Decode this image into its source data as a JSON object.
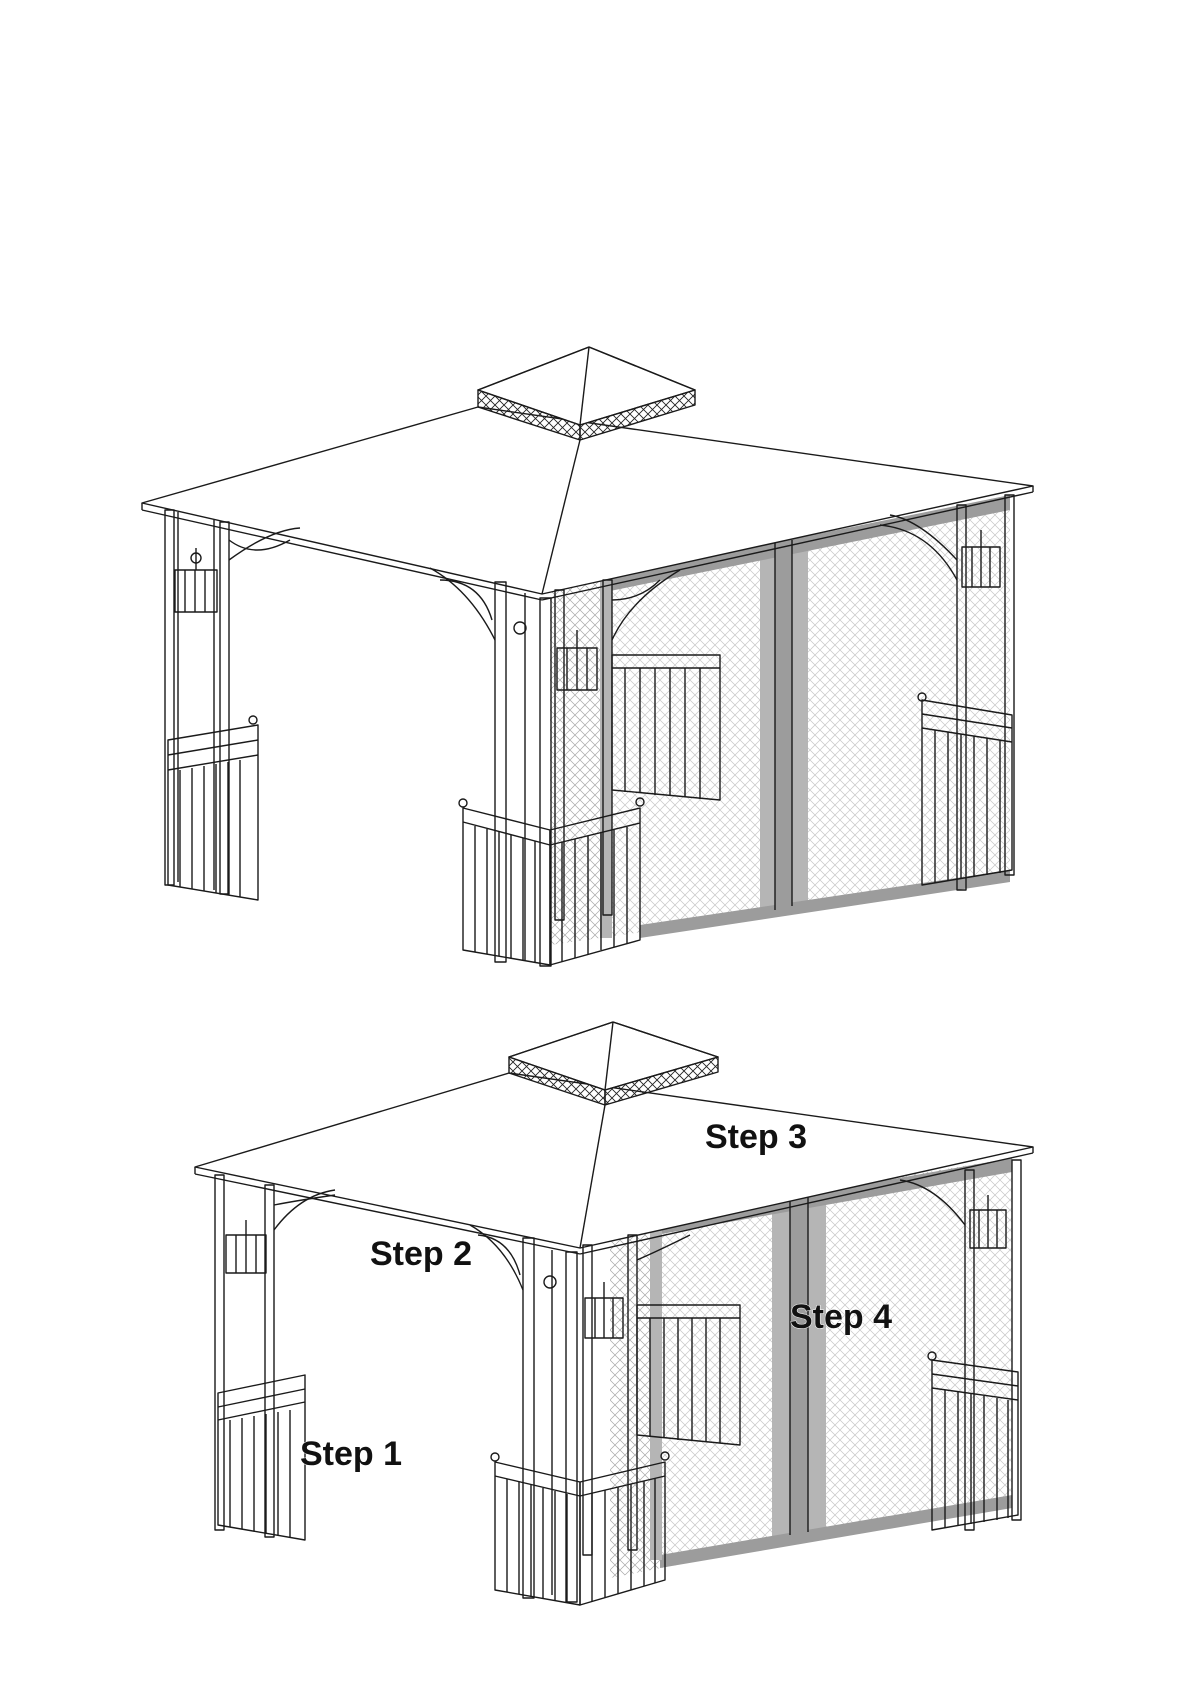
{
  "colors": {
    "line": "#1a1a1a",
    "netting": "#9a9a9a",
    "band": "#9c9c9c",
    "background": "#ffffff"
  },
  "figures": [
    {
      "name": "gazebo-with-netting"
    },
    {
      "name": "gazebo-installation-steps"
    }
  ],
  "steps": [
    {
      "label": "Step 1"
    },
    {
      "label": "Step 2"
    },
    {
      "label": "Step 3"
    },
    {
      "label": "Step 4"
    }
  ]
}
